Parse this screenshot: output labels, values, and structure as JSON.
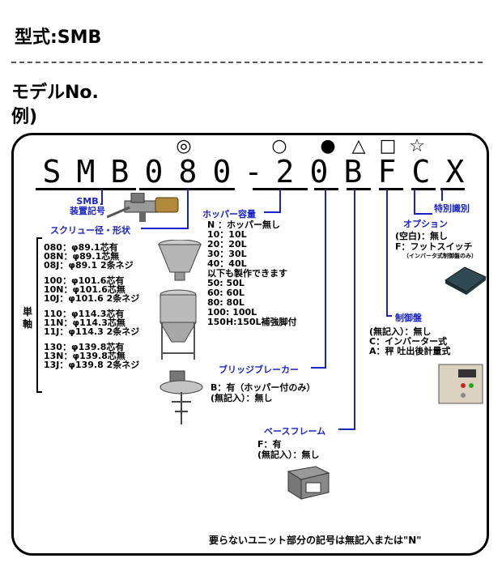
{
  "header": {
    "model_title": "型式:SMB",
    "model_no": "モデルNo.",
    "example": "例)"
  },
  "code": {
    "chars": [
      "S",
      "M",
      "B",
      "0",
      "8",
      "0",
      "-",
      "2",
      "0",
      "B",
      "F",
      "C",
      "_",
      "X"
    ],
    "symbols": [
      "◎",
      "○",
      "●",
      "△",
      "□",
      "☆"
    ]
  },
  "labels": {
    "smb": "SMB",
    "device_mark": "装置記号",
    "screw": "スクリュー径・形状",
    "hopper": "ホッパー容量",
    "bridge": "ブリッジブレーカー",
    "base": "ベースフレーム",
    "control": "制御盤",
    "option": "オプション",
    "special": "特別識別",
    "single_axis": "単軸"
  },
  "screw_groups": [
    [
      "080：φ89.1芯有",
      "08N：φ89.1芯無",
      "08J：φ89.1 2条ネジ"
    ],
    [
      "100：φ101.6芯有",
      "10N：φ101.6芯無",
      "10J：φ101.6 2条ネジ"
    ],
    [
      "110：φ114.3芯有",
      "11N：φ114.3芯無",
      "11J：φ114.3 2条ネジ"
    ],
    [
      "130：φ139.8芯有",
      "13N：φ139.8芯無",
      "13J：φ139.8 2条ネジ"
    ]
  ],
  "hopper_list": [
    "N ：ホッパー無し",
    "10：10L",
    "20：20L",
    "30：30L",
    "40：40L",
    "以下も製作できます",
    "50: 50L",
    "60: 60L",
    "80: 80L",
    "100: 100L",
    "150H:150L補強脚付"
  ],
  "bridge_list": [
    "B：有（ホッパー付のみ）",
    "(無記入）：無し"
  ],
  "base_list": [
    "F：有",
    "(無記入）：無し"
  ],
  "control_list": [
    "(無記入）：無し",
    "C：インバーター式",
    "A：秤 吐出後計量式"
  ],
  "option_list": [
    "(空白)：無し",
    "F：フットスイッチ"
  ],
  "option_note": "（インバータ式制御盤のみ）",
  "footer": "要らないユニット部分の記号は無記入または\"N\""
}
